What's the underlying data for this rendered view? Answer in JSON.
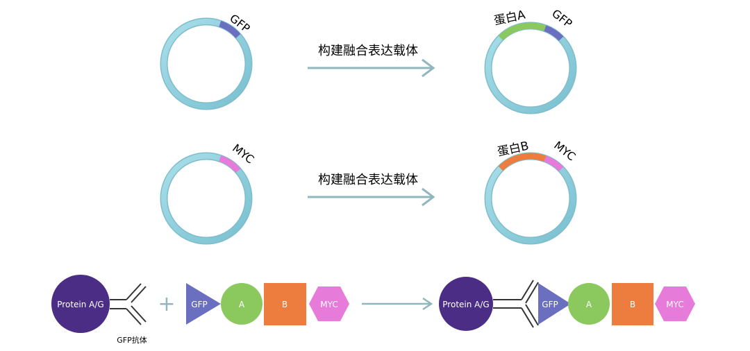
{
  "plasmids": {
    "gfp_tag": "GFP",
    "myc_tag": "MYC",
    "protein_a": "蛋白A",
    "protein_b": "蛋白B"
  },
  "arrows": {
    "row1_label": "构建融合表达载体",
    "row2_label": "构建融合表达载体"
  },
  "complex": {
    "protein_ag": "Protein A/G",
    "antibody_label": "GFP抗体",
    "plus": "+",
    "gfp": "GFP",
    "a": "A",
    "b": "B",
    "myc": "MYC"
  },
  "colors": {
    "ring": "#8ccfdc",
    "gfp": "#6a6fbf",
    "myc": "#e77bd9",
    "protein_a": "#8bc95e",
    "protein_b": "#ec7d3f",
    "protein_ag": "#4b2d86",
    "arrow": "#8fb7bd"
  }
}
